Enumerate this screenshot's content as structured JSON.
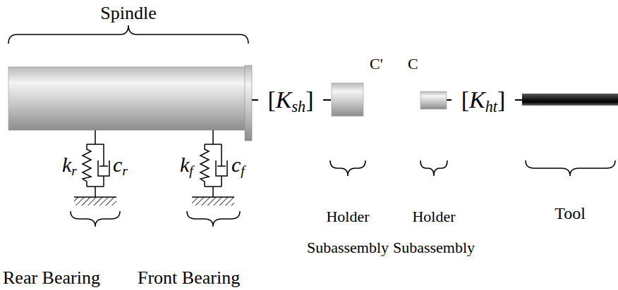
{
  "diagram": {
    "labels": [
      "Spindle",
      "kr",
      "cr",
      "kf",
      "cf",
      "[Ksh]",
      "C'",
      "C",
      "[Kht]",
      "Holder Subassembly",
      "Holder Subassembly",
      "Tool",
      "Rear Bearing",
      "Front Bearing"
    ]
  }
}
